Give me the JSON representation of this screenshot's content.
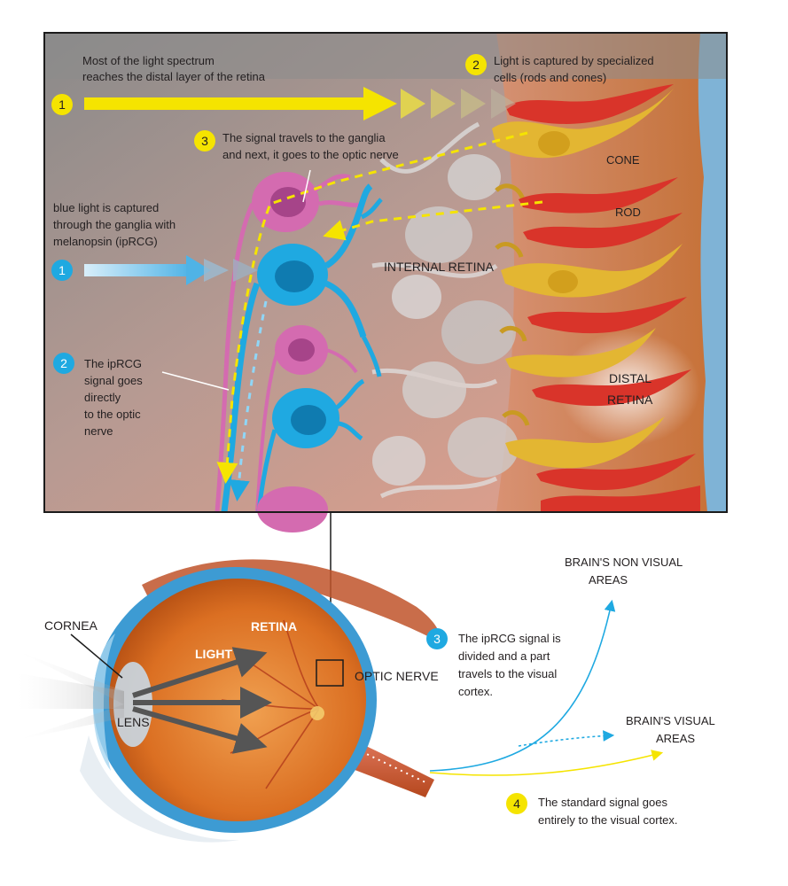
{
  "colors": {
    "yellow": "#f5e400",
    "blue": "#1fa9e1",
    "pink": "#d46bb0",
    "cone": "#e3b632",
    "rod": "#d9342a",
    "sclera_blue": "#3d9bd3",
    "eye_orange": "#e07b2a"
  },
  "icons": [
    "step-badge-yellow",
    "step-badge-blue",
    "arrow"
  ],
  "zoom": {
    "step1_yellow": {
      "num": "1",
      "line1": "Most of the light spectrum",
      "line2": "reaches the distal layer of the retina"
    },
    "step2_yellow": {
      "num": "2",
      "line1": "Light is captured by  specialized",
      "line2": "cells (rods and cones)"
    },
    "step3_yellow": {
      "num": "3",
      "line1": "The signal travels to the ganglia",
      "line2": "and next, it goes to the optic nerve"
    },
    "blue_intro": {
      "line1": "blue light is captured",
      "line2": "through the ganglia with",
      "line3": "melanopsin (ipRCG)"
    },
    "step1_blue": {
      "num": "1"
    },
    "step2_blue": {
      "num": "2",
      "line1": "The ipRCG",
      "line2": "signal goes",
      "line3": "directly",
      "line4": "to the optic",
      "line5": "nerve"
    },
    "labels": {
      "cone": "CONE",
      "rod": "ROD",
      "internal_retina": "INTERNAL RETINA",
      "distal_1": "DISTAL",
      "distal_2": "RETINA"
    }
  },
  "eye": {
    "cornea": "CORNEA",
    "lens": "LENS",
    "light": "LIGHT",
    "retina": "RETINA",
    "optic_nerve": "OPTIC NERVE"
  },
  "brain": {
    "non_visual_1": "BRAIN'S NON VISUAL",
    "non_visual_2": "AREAS",
    "visual_1": "BRAIN'S VISUAL",
    "visual_2": "AREAS"
  },
  "step3_blue": {
    "num": "3",
    "line1": "The ipRCG signal is",
    "line2": "divided and a part",
    "line3": "travels to the visual",
    "line4": "cortex."
  },
  "step4_yellow": {
    "num": "4",
    "line1": "The standard signal goes",
    "line2": "entirely to the visual cortex."
  }
}
